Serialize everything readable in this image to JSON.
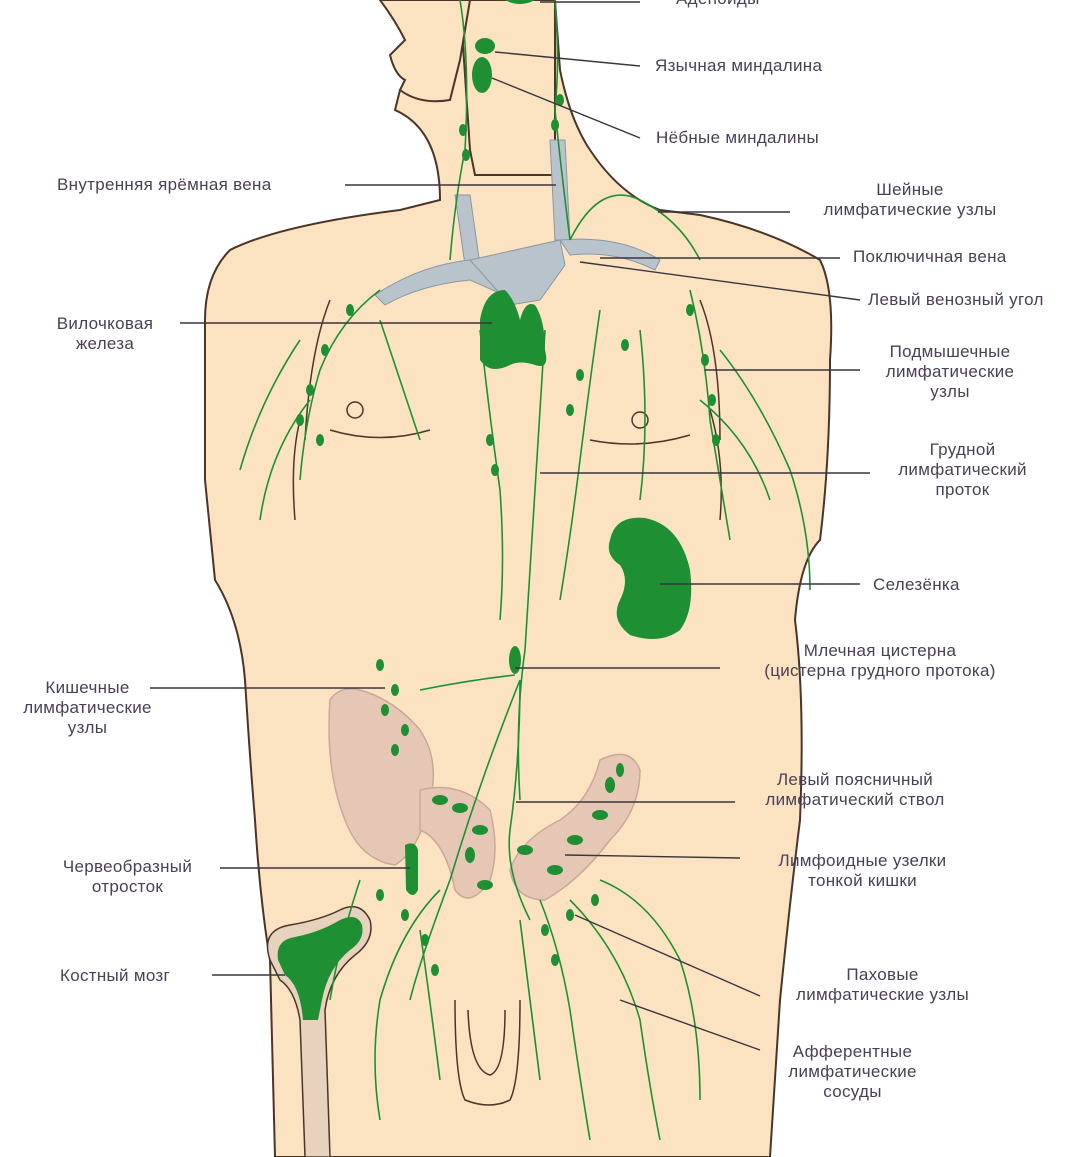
{
  "labels": {
    "adenoids": "Аденоиды",
    "lingual_tonsil": "Язычная миндалина",
    "palatine_tonsils": "Нёбные миндалины",
    "internal_jugular": "Внутренняя ярёмная вена",
    "cervical_nodes": [
      "Шейные",
      "лимфатические узлы"
    ],
    "subclavian_vein": "Поключичная вена",
    "left_venous_angle": "Левый венозный угол",
    "thymus": [
      "Вилочковая",
      "железа"
    ],
    "axillary_nodes": [
      "Подмышечные",
      "лимфатические",
      "узлы"
    ],
    "thoracic_duct": [
      "Грудной",
      "лимфатический",
      "проток"
    ],
    "spleen": "Селезёнка",
    "cisterna": [
      "Млечная цистерна",
      "(цистерна грудного протока)"
    ],
    "intestinal_nodes": [
      "Кишечные",
      "лимфатические",
      "узлы"
    ],
    "lumbar_trunk": [
      "Левый поясничный",
      "лимфатический ствол"
    ],
    "appendix": [
      "Червеобразный",
      "отросток"
    ],
    "peyer_patches": [
      "Лимфоидные узелки",
      "тонкой кишки"
    ],
    "bone_marrow": "Костный мозг",
    "inguinal_nodes": [
      "Паховые",
      "лимфатические узлы"
    ],
    "afferent_vessels": [
      "Афферентные",
      "лимфатические",
      "сосуды"
    ]
  },
  "colors": {
    "skin": "#fbe3c1",
    "outline": "#4a3528",
    "lymph": "#1f8f34",
    "lymph_dark": "#137a2a",
    "vein": "#b9c3cc",
    "intestine": "#e6c7b6",
    "bone": "#e7d2bd",
    "label_text": "#4a3f55",
    "leader": "#3a3540"
  }
}
